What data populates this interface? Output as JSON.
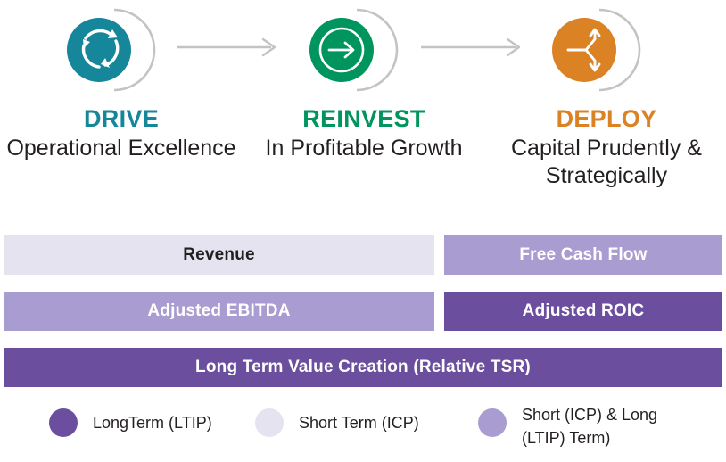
{
  "colors": {
    "drive_teal": "#16869a",
    "reinvest_green": "#00945e",
    "deploy_orange": "#da8224",
    "arc_gray": "#c3c3c3",
    "arrow_gray": "#c3c3c3",
    "text_dark": "#231f20",
    "purple_lightest": "#e5e3f0",
    "purple_medium": "#a99cd0",
    "purple_dark": "#6b4f9e",
    "bar_text_light": "#ffffff"
  },
  "pillars": [
    {
      "title": "DRIVE",
      "subtitle": "Operational\nExcellence",
      "title_color": "#16869a",
      "circle_color": "#16869a",
      "icon": "cycle-arrows-icon"
    },
    {
      "title": "REINVEST",
      "subtitle": "In Profitable\nGrowth",
      "title_color": "#00945e",
      "circle_color": "#00945e",
      "icon": "circled-right-arrow-icon"
    },
    {
      "title": "DEPLOY",
      "subtitle": "Capital Prudently\n& Strategically",
      "title_color": "#da8224",
      "circle_color": "#da8224",
      "icon": "branching-arrow-icon"
    }
  ],
  "connectors": [
    {
      "icon": "arrow-right-icon"
    },
    {
      "icon": "arrow-right-icon"
    }
  ],
  "bars": [
    {
      "left": {
        "label": "Revenue",
        "bg": "#e5e3f0",
        "fg": "#231f20"
      },
      "right": {
        "label": "Free Cash Flow",
        "bg": "#a99cd0",
        "fg": "#ffffff"
      }
    },
    {
      "left": {
        "label": "Adjusted EBITDA",
        "bg": "#a99cd0",
        "fg": "#ffffff"
      },
      "right": {
        "label": "Adjusted ROIC",
        "bg": "#6b4f9e",
        "fg": "#ffffff"
      }
    }
  ],
  "bar_full": {
    "label": "Long Term Value Creation (Relative TSR)",
    "bg": "#6b4f9e",
    "fg": "#ffffff"
  },
  "legend": [
    {
      "label": "LongTerm (LTIP)",
      "color": "#6b4f9e"
    },
    {
      "label": "Short Term (ICP)",
      "color": "#e5e3f0"
    },
    {
      "label": "Short (ICP) & Long\n(LTIP) Term)",
      "color": "#a99cd0"
    }
  ]
}
